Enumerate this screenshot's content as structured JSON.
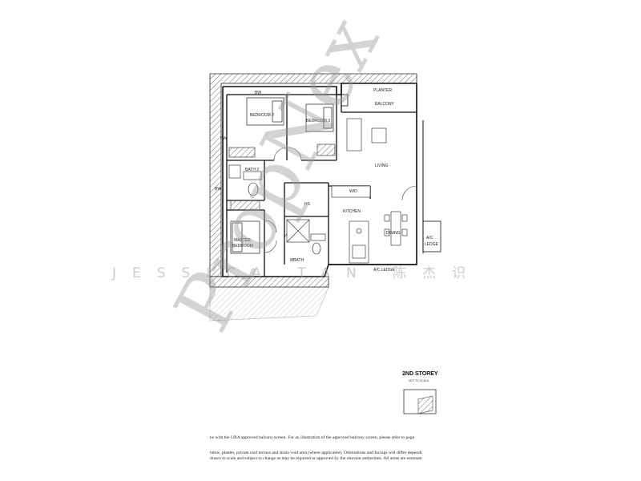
{
  "floorplan": {
    "rooms": {
      "bw_top": "BW",
      "bedroom2": "BEDROOM 2",
      "bedroom3": "BEDROOM 3",
      "bw_left": "BW",
      "bath2": "BATH 2",
      "bw_lower": "BW",
      "master_bedroom_line1": "MASTER",
      "master_bedroom_line2": "BEDROOM",
      "mbath": "MBATH",
      "hs": "HS",
      "wd": "W/D",
      "kitchen": "KITCHEN",
      "dining": "DINING",
      "living": "LIVING",
      "balcony": "BALCONY",
      "planter": "PLANTER",
      "ac_ledge_bottom": "A/C LEDGE",
      "ac_ledge_side_line1": "A/C",
      "ac_ledge_side_line2": "LEDGE"
    }
  },
  "key_plan": {
    "title": "2ND STOREY",
    "subtitle": "NOT TO SCALE"
  },
  "watermark": {
    "logo_text": "PropNex",
    "name_text": "JESSICA TAN 陈杰识"
  },
  "notes": [
    "ns with the URA approved balcony screen. For an illustration of the approved balcony screen, please refer to page",
    "ndow, planter, private roof terrace and strata void area (where applicable). Orientations and facings will differ dependi",
    "drawn to scale and subject to change as may be required or approved by the relevant authorities. All areas are estimate"
  ]
}
